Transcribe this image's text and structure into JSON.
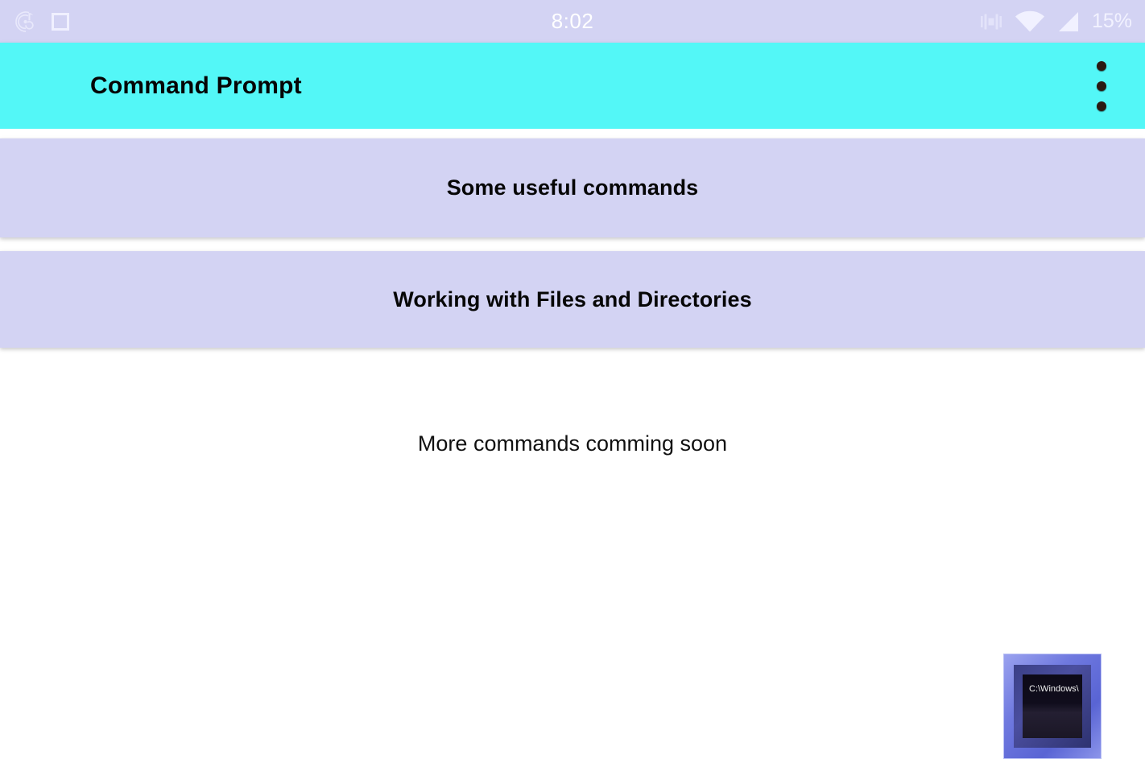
{
  "status_bar": {
    "background_color": "#d3d3f3",
    "time": "8:02",
    "battery_label": "15%",
    "left_icons": [
      {
        "name": "music-note-vinyl-icon"
      },
      {
        "name": "stop-square-icon"
      }
    ],
    "right_icons": [
      {
        "name": "vibrate-mode-icon"
      },
      {
        "name": "wifi-icon"
      },
      {
        "name": "cellular-signal-icon"
      }
    ]
  },
  "app_bar": {
    "title": "Command Prompt",
    "background_color": "#53f7f7",
    "title_color": "#050505",
    "overflow_menu_name": "more-options-icon"
  },
  "main": {
    "background_color": "#ffffff",
    "cards": [
      {
        "label": "Some useful commands",
        "background_color": "#d3d3f3"
      },
      {
        "label": "Working with Files and Directories",
        "background_color": "#d3d3f3"
      }
    ],
    "note": "More commands comming soon",
    "cmd_icon": {
      "name": "command-prompt-icon",
      "screen_text": "C:\\Windows\\",
      "frame_color": "#6f79df",
      "screen_color": "#100d1c"
    }
  }
}
